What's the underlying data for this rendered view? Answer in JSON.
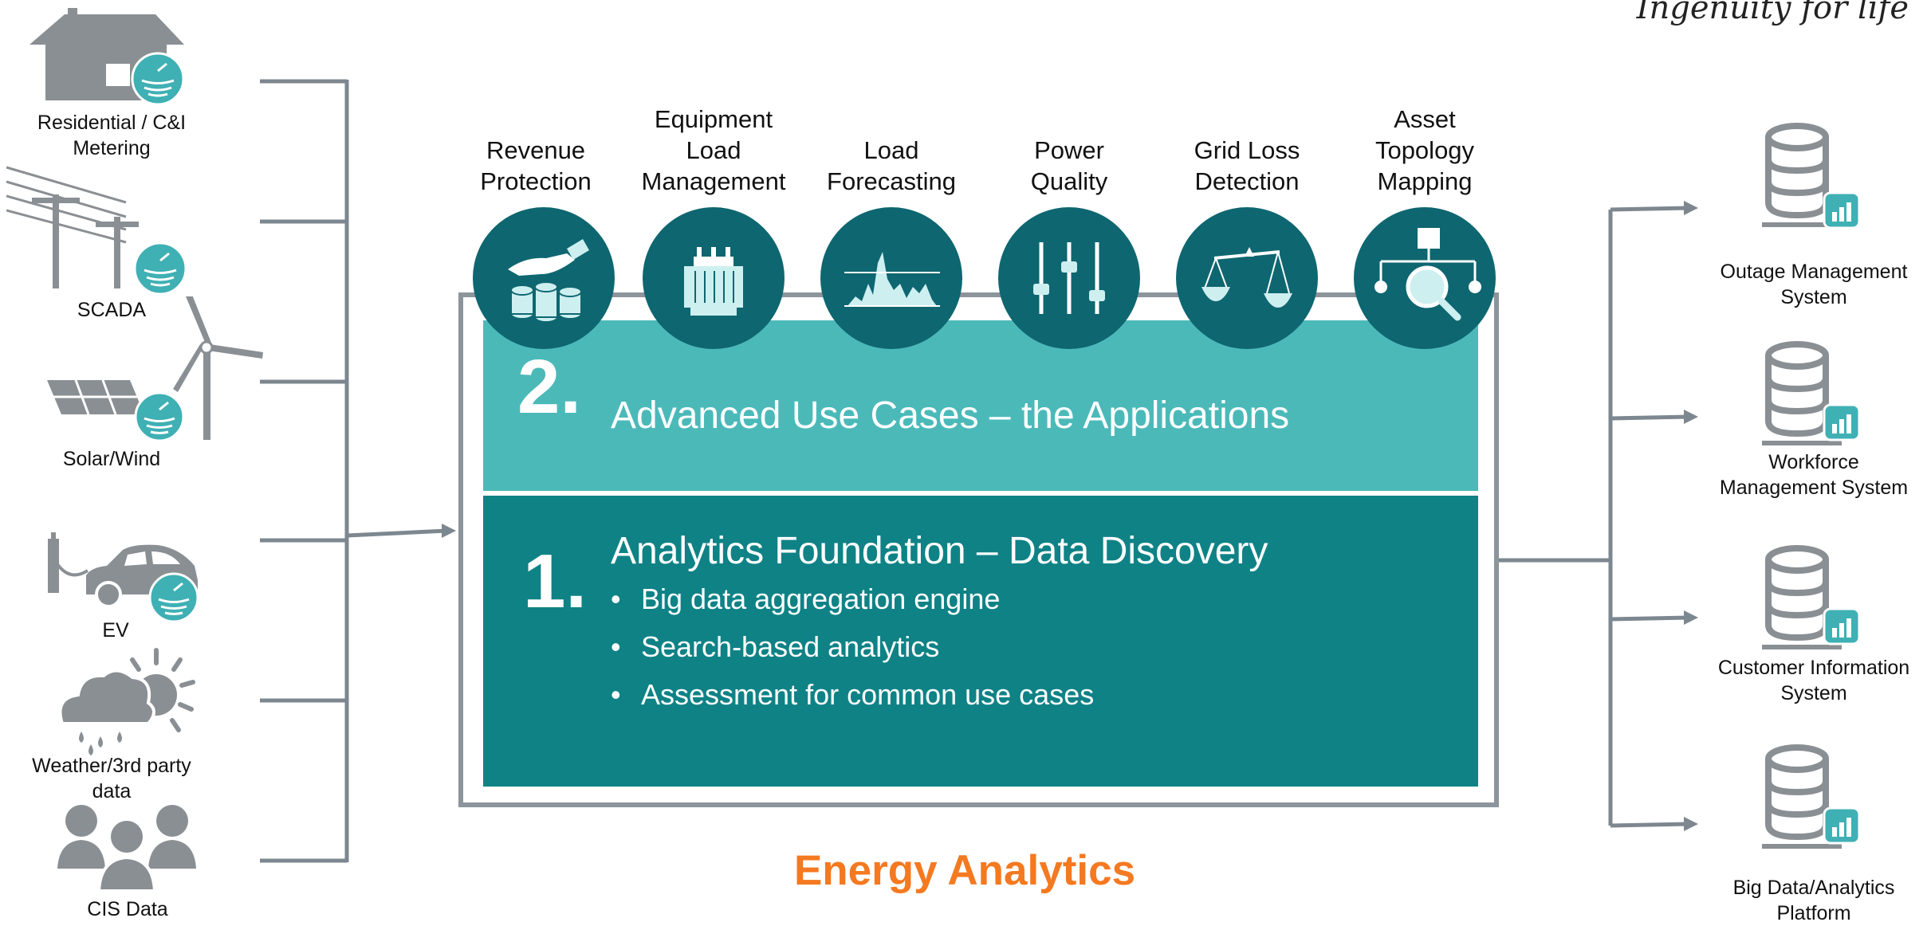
{
  "tagline": "Ingenuity for life",
  "sources": [
    {
      "label": "Residential / C&I\nMetering",
      "icon": "house-meter-icon"
    },
    {
      "label": "SCADA",
      "icon": "power-line-icon"
    },
    {
      "label": "Solar/Wind",
      "icon": "solar-wind-icon"
    },
    {
      "label": "EV",
      "icon": "ev-car-icon"
    },
    {
      "label": "Weather/3rd party\ndata",
      "icon": "weather-icon"
    },
    {
      "label": "CIS Data",
      "icon": "people-icon"
    }
  ],
  "use_cases": [
    {
      "label": "Revenue\nProtection",
      "icon": "revenue-protection-icon"
    },
    {
      "label": "Equipment\nLoad\nManagement",
      "icon": "transformer-icon"
    },
    {
      "label": "Load\nForecasting",
      "icon": "load-chart-icon"
    },
    {
      "label": "Power\nQuality",
      "icon": "sliders-icon"
    },
    {
      "label": "Grid Loss\nDetection",
      "icon": "scale-icon"
    },
    {
      "label": "Asset\nTopology\nMapping",
      "icon": "topology-search-icon"
    }
  ],
  "layer2": {
    "number": "2.",
    "title": "Advanced Use Cases – the Applications"
  },
  "layer1": {
    "number": "1.",
    "title": "Analytics Foundation – Data Discovery",
    "bullets": [
      "Big data aggregation engine",
      "Search-based analytics",
      "Assessment for common use cases"
    ],
    "bullet_symbol": "•"
  },
  "center_title": "Energy Analytics",
  "targets": [
    {
      "label": "Outage Management\nSystem",
      "icon": "database-chart-icon"
    },
    {
      "label": "Workforce\nManagement System",
      "icon": "database-chart-icon"
    },
    {
      "label": "Customer Information\nSystem",
      "icon": "database-chart-icon"
    },
    {
      "label": "Big Data/Analytics\nPlatform",
      "icon": "database-chart-icon"
    }
  ],
  "colors": {
    "teal_dark": "#0e6670",
    "teal_light": "#4cb9b9",
    "teal_mid": "#0f8286",
    "accent_orange": "#f47920",
    "connector_gray": "#7d8790",
    "icon_gray": "#8a8f94",
    "icon_teal": "#3fb0b4"
  }
}
